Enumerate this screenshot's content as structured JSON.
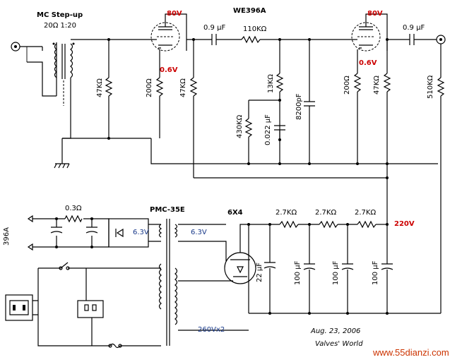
{
  "title": "WE396A",
  "stepup": {
    "title": "MC Step-up",
    "ratio": "20Ω  1:20"
  },
  "tube1": {
    "plate_voltage": "80V",
    "cathode_voltage": "0.6V"
  },
  "tube2": {
    "plate_voltage": "80V",
    "cathode_voltage": "0.6V"
  },
  "components": {
    "r_47k_in": "47KΩ",
    "r_200_1": "200Ω",
    "r_47k_1": "47KΩ",
    "c_09_1": "0.9 μF",
    "r_110k": "110KΩ",
    "r_13k": "13KΩ",
    "r_430k": "430KΩ",
    "c_0022": "0.022 μF",
    "c_8200p": "8200pF",
    "r_200_2": "200Ω",
    "r_47k_2": "47KΩ",
    "c_09_2": "0.9 μF",
    "r_510k": "510KΩ"
  },
  "power": {
    "heater_label": "396A",
    "r_03": "0.3Ω",
    "transformer": "PMC-35E",
    "sec_63_left": "6.3V",
    "sec_63_right": "6.3V",
    "rectifier": "6X4",
    "r_27k_1": "2.7KΩ",
    "r_27k_2": "2.7KΩ",
    "r_27k_3": "2.7KΩ",
    "b_plus": "220V",
    "c_22": "22 μF",
    "c_100_1": "100 μF",
    "c_100_2": "100 μF",
    "c_100_3": "100 μF",
    "hv_secondary": "260Vx2"
  },
  "footer": {
    "date": "Aug. 23, 2006",
    "credit": "Valves' World",
    "watermark": "www.55dianzi.com"
  },
  "colors": {
    "wire": "#000000",
    "voltage": "#cc0000",
    "note": "#1a3a8a",
    "watermark": "#cc3300"
  }
}
